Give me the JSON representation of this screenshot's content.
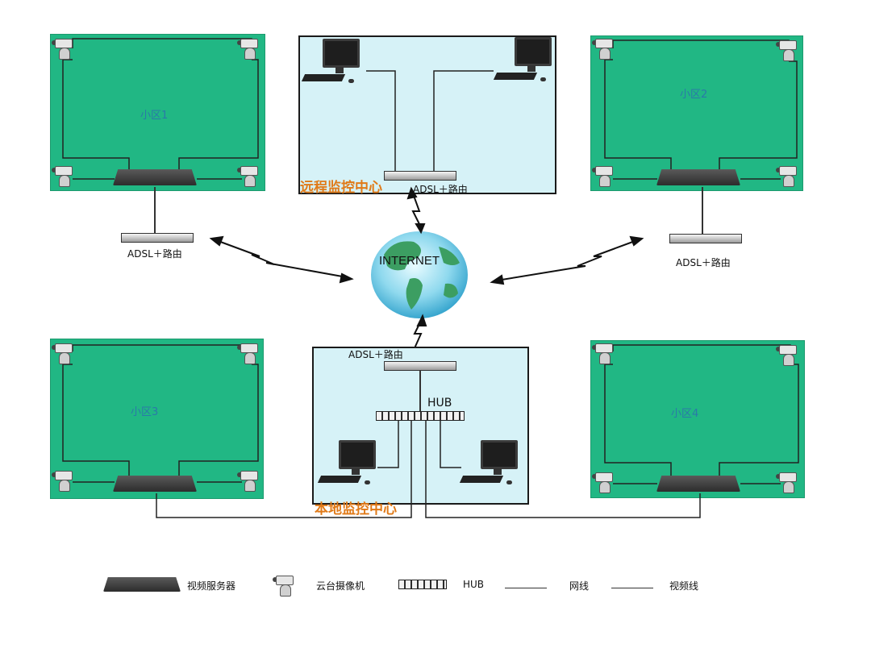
{
  "internet": "INTERNET",
  "remote_center": {
    "title": "远程监控中心",
    "router": "ADSL＋路由"
  },
  "local_center": {
    "title": "本地监控中心",
    "router": "ADSL＋路由",
    "hub": "HUB"
  },
  "zones": {
    "zone1": "小区1",
    "zone2": "小区2",
    "zone3": "小区3",
    "zone4": "小区4"
  },
  "routers": {
    "left": "ADSL＋路由",
    "right": "ADSL＋路由"
  },
  "legend": {
    "video_server": "视频服务器",
    "ptz_camera": "云台摄像机",
    "hub": "HUB",
    "network_cable": "网线",
    "video_cable": "视频线"
  },
  "colors": {
    "zone_fill": "#21b784",
    "center_fill": "#d6f2f7",
    "title_orange": "#e07a18"
  }
}
